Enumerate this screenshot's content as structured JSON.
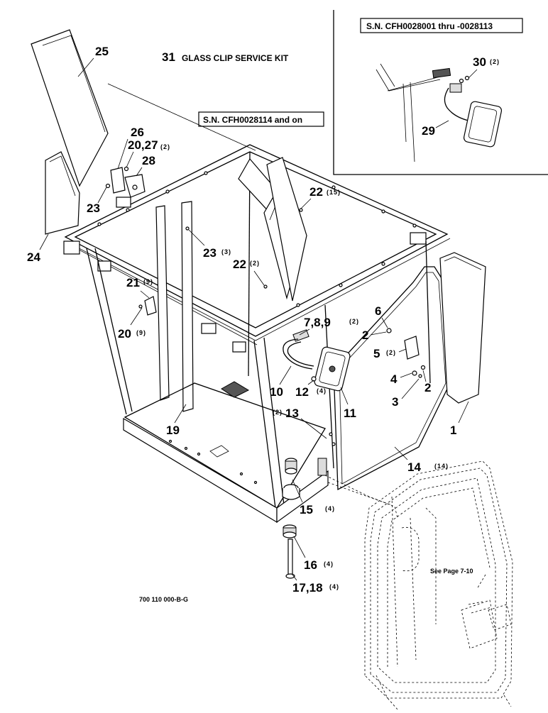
{
  "callouts": {
    "kit": {
      "num": "31",
      "text": "GLASS CLIP SERVICE KIT"
    },
    "sn_main": "S.N. CFH0028114 and on",
    "sn_inset": "S.N. CFH0028001 thru -0028113",
    "see_page": "See Page 7-10",
    "drawing_no": "700 110 000-B-G"
  },
  "labels": {
    "p25": "25",
    "p26": "26",
    "p20_27": "20,27",
    "q20_27": "(2)",
    "p28": "28",
    "p23a": "23",
    "p24": "24",
    "p22a": "22",
    "q22a": "(15)",
    "p23b": "23",
    "q23b": "(3)",
    "p22b": "22",
    "q22b": "(2)",
    "p21": "21",
    "q21": "(9)",
    "p20": "20",
    "q20": "(9)",
    "p6": "6",
    "p789": "7,8,9",
    "q789": "(2)",
    "p2a": "2",
    "p5": "5",
    "q5": "(2)",
    "p4": "4",
    "p2b": "2",
    "p3": "3",
    "p1": "1",
    "p10": "10",
    "p12": "12",
    "q12": "(4)",
    "p11": "11",
    "q13": "(2)",
    "p13": "13",
    "p19": "19",
    "p14": "14",
    "q14": "(14)",
    "p15": "15",
    "q15": "(4)",
    "p16": "16",
    "q16": "(4)",
    "p17_18": "17,18",
    "q17_18": "(4)",
    "p30": "30",
    "q30": "(2)",
    "p29": "29"
  }
}
